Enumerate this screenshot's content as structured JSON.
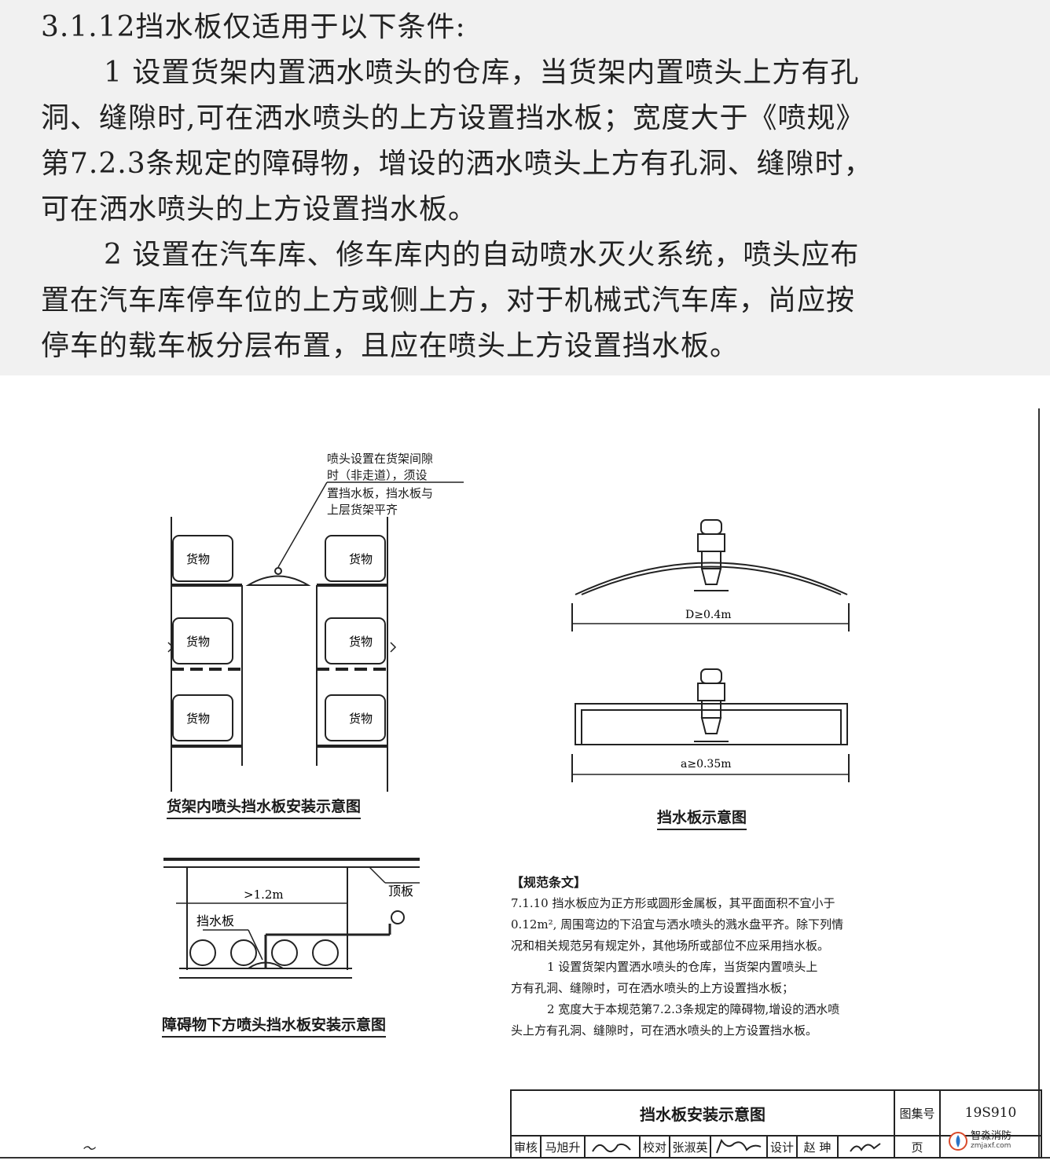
{
  "text": {
    "heading": "3.1.12挡水板仅适用于以下条件:",
    "p1": [
      "1 设置货架内置洒水喷头的仓库，当货架内置喷头上方有孔",
      "洞、缝隙时,可在洒水喷头的上方设置挡水板；宽度大于《喷规》",
      "第7.2.3条规定的障碍物，增设的洒水喷头上方有孔洞、缝隙时，",
      "可在洒水喷头的上方设置挡水板。"
    ],
    "p2": [
      "2 设置在汽车库、修车库内的自动喷水灭火系统，喷头应布",
      "置在汽车库停车位的上方或侧上方，对于机械式汽车库，尚应按",
      "停车的载车板分层布置，且应在喷头上方设置挡水板。"
    ]
  },
  "rack": {
    "note": [
      "喷头设置在货架间隙",
      "时（非走道），须设",
      "置挡水板，挡水板与",
      "上层货架平齐"
    ],
    "goods": "货物",
    "caption": "货架内喷头挡水板安装示意图"
  },
  "plate": {
    "dim1": "D≥0.4m",
    "dim2": "a≥0.35m",
    "caption": "挡水板示意图"
  },
  "obstacle": {
    "dim": ">1.2m",
    "label_plate": "挡水板",
    "label_ceiling": "顶板",
    "caption": "障碍物下方喷头挡水板安装示意图"
  },
  "spec": {
    "title": "【规范条文】",
    "lines": [
      "7.1.10 挡水板应为正方形或圆形金属板，其平面面积不宜小于",
      "0.12m², 周围弯边的下沿宜与洒水喷头的溅水盘平齐。除下列情",
      "况和相关规范另有规定外，其他场所或部位不应采用挡水板。"
    ],
    "item1": [
      "1 设置货架内置洒水喷头的仓库，当货架内置喷头上",
      "方有孔洞、缝隙时，可在洒水喷头的上方设置挡水板；"
    ],
    "item2": [
      "2 宽度大于本规范第7.2.3条规定的障碍物,增设的洒水喷",
      "头上方有孔洞、缝隙时，可在洒水喷头的上方设置挡水板。"
    ]
  },
  "title_block": {
    "title": "挡水板安装示意图",
    "atlas_label": "图集号",
    "atlas_no": "19S910",
    "review_label": "审核",
    "review_name": "马旭升",
    "check_label": "校对",
    "check_name": "张淑英",
    "design_label": "设计",
    "design_name": "赵 珅",
    "page_label": "页"
  },
  "watermark": {
    "name": "智淼消防",
    "url": "zmjaxf.com"
  }
}
